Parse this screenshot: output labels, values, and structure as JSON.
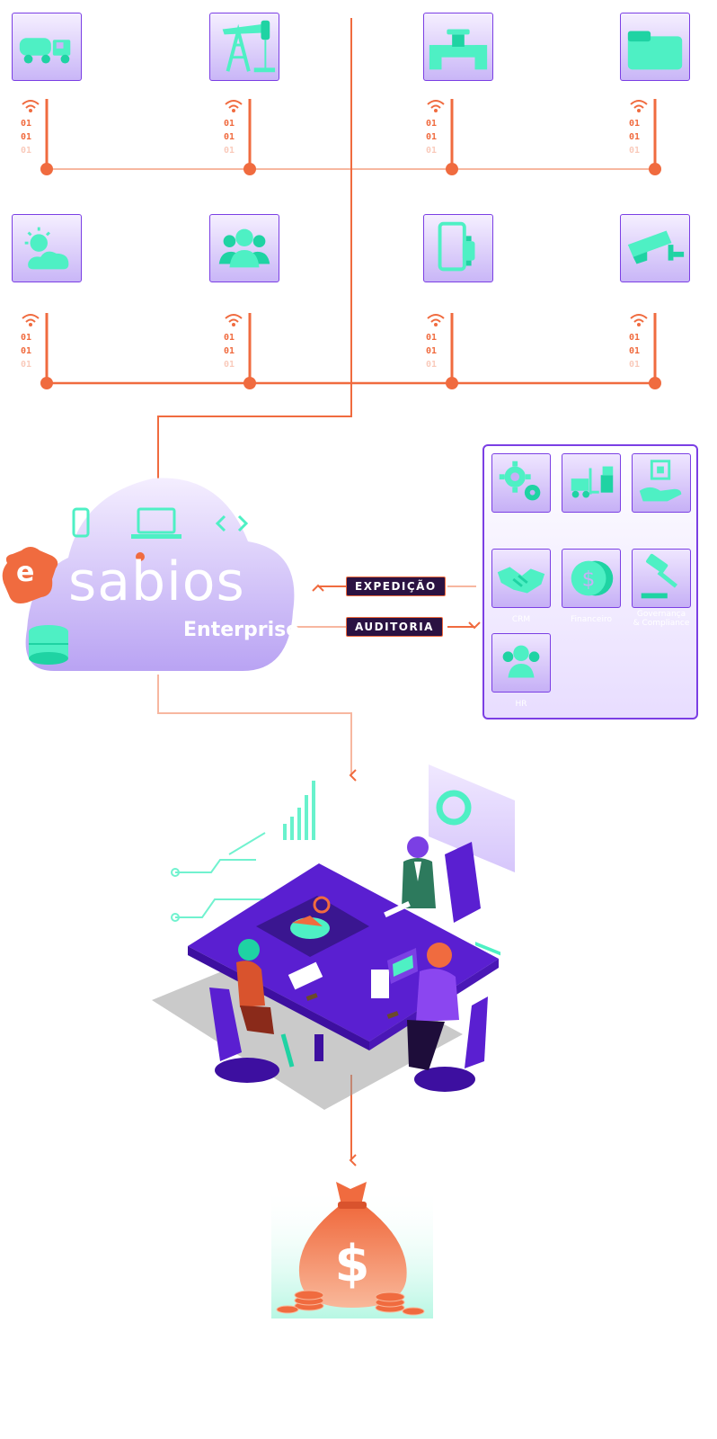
{
  "flow": {
    "sensor_bits": [
      "01",
      "01",
      "01"
    ],
    "row1_devices": [
      "tanker-truck-icon",
      "oil-pumpjack-icon",
      "pipeline-valve-icon",
      "storage-tank-icon"
    ],
    "row2_devices": [
      "weather-icon",
      "people-group-icon",
      "mobile-devices-icon",
      "security-camera-icon"
    ]
  },
  "platform": {
    "logo_letter": "e",
    "logo_word": "sabios",
    "logo_sub": "Enterprise",
    "icons": [
      "phone-icon",
      "laptop-icon",
      "code-icon",
      "database-icon"
    ]
  },
  "connectors": {
    "expedicao": "EXPEDIÇÃO",
    "auditoria": "AUDITORIA"
  },
  "modules": [
    {
      "icon": "gears-icon",
      "label": ""
    },
    {
      "icon": "forklift-icon",
      "label": ""
    },
    {
      "icon": "chip-hand-icon",
      "label": ""
    },
    {
      "icon": "handshake-icon",
      "label": "CRM"
    },
    {
      "icon": "dollar-coin-icon",
      "label": "Financeiro"
    },
    {
      "icon": "gavel-icon",
      "label": "Governança\n& Compliance"
    },
    {
      "icon": "people-icon",
      "label": "HR"
    }
  ],
  "outcome": {
    "meeting": "team-meeting-illustration",
    "money": "money-bag-icon",
    "money_symbol": "$"
  },
  "colors": {
    "accent_orange": "#f06b3f",
    "purple": "#7b3fe4",
    "teal": "#4ef0c4",
    "dark_navy": "#2b1242"
  }
}
